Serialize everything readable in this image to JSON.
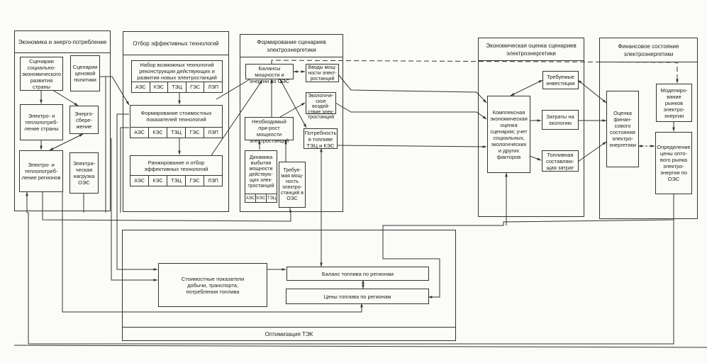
{
  "panels": {
    "economy": {
      "title": "Экономика и энерго-потребление",
      "boxes": {
        "socio": "Сценарии социально-экономического развития страны",
        "price": "Сценарии ценовой политики",
        "country": "Электро- и теплопотреб-ление страны",
        "saving": "Энерго-сбере-жение",
        "regions": "Электро- и теплопотреб-ление регионов",
        "load": "Электри-ческая нагрузка ОЭС"
      }
    },
    "tech": {
      "title": "Отбор эффективных технологий",
      "boxes": {
        "set": "Набор возможных технологий реконструкции действующих и развития новых электростанций",
        "cost": "Формирование стоимостных показателей технологий",
        "rank": "Ранжирование и отбор эффективных технологий"
      },
      "cells": [
        "АЭС",
        "КЭС",
        "ТЭЦ",
        "ГЭС",
        "ЛЭП"
      ]
    },
    "scenarios": {
      "title": "Формирование сценариев электроэнергетики",
      "boxes": {
        "balance": "Балансы мощности и энергии по ОЭС",
        "inputs": "Вводы мощ-ности элект-ростанций",
        "eco": "Экологиче-ское воздей-ствие элек-тростанций",
        "growth": "Необходимый при-рост мощности электростанций",
        "fuel": "Потребность в топливе ТЭЦ и КЭС",
        "dynamics": "Динамика выбытия мощности действую-щих элек-тростанций",
        "required": "Требуе-мая мощ-ность электро-станций в ОЭС"
      },
      "dynamics_cells": [
        "АЭС",
        "КЭС",
        "ТЭЦ"
      ]
    },
    "econ_eval": {
      "title": "Экономическая оценка сценариев электроэнергетики",
      "boxes": {
        "invest": "Требуемые инвестиции",
        "complex": "Комплексная экономическая оценка сценария; учет социальных, экологических и других факторов",
        "ecocost": "Затраты на экологию",
        "fuelcost": "Топливная составляю-щая затрат"
      }
    },
    "finance": {
      "title": "Финансовое состояние электроэнергетики",
      "boxes": {
        "assess": "Оценка финан-сового состояния электро-энергетики",
        "market": "Моделиро-вание рынков электро-энергии",
        "price": "Определение цены опто-вого рынка электро-энергии по ОЭС"
      }
    }
  },
  "fuel_block": {
    "costs": "Стоимостные показатели добычи, транспорта, потребления топлива",
    "balance": "Баланс топлива по регионам",
    "prices": "Цены топлива по регионам",
    "footer": "Оптимизация ТЭК"
  },
  "colors": {
    "ink": "#333333",
    "paper": "#fbfbf8"
  }
}
